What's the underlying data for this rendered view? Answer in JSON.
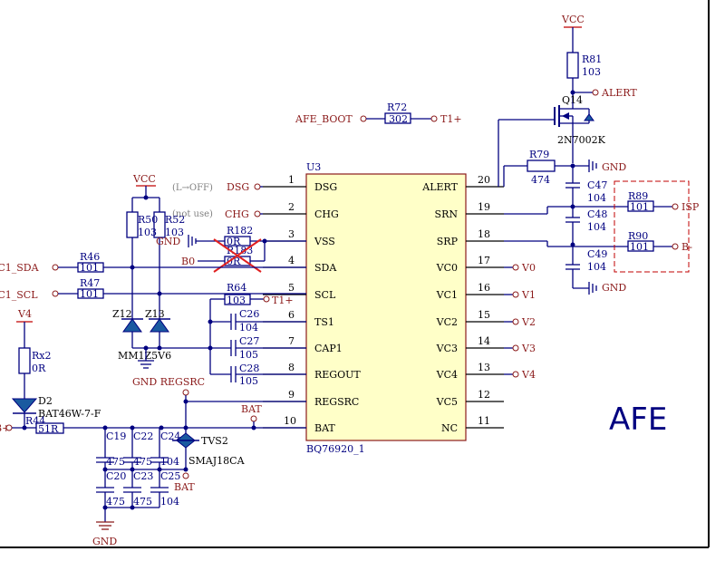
{
  "title": "AFE",
  "ic": {
    "ref": "U3",
    "part": "BQ76920_1",
    "left_pins": [
      {
        "num": "1",
        "name": "DSG"
      },
      {
        "num": "2",
        "name": "CHG"
      },
      {
        "num": "3",
        "name": "VSS"
      },
      {
        "num": "4",
        "name": "SDA"
      },
      {
        "num": "5",
        "name": "SCL"
      },
      {
        "num": "6",
        "name": "TS1"
      },
      {
        "num": "7",
        "name": "CAP1"
      },
      {
        "num": "8",
        "name": "REGOUT"
      },
      {
        "num": "9",
        "name": "REGSRC"
      },
      {
        "num": "10",
        "name": "BAT"
      }
    ],
    "right_pins": [
      {
        "num": "20",
        "name": "ALERT"
      },
      {
        "num": "19",
        "name": "SRN"
      },
      {
        "num": "18",
        "name": "SRP"
      },
      {
        "num": "17",
        "name": "VC0"
      },
      {
        "num": "16",
        "name": "VC1"
      },
      {
        "num": "15",
        "name": "VC2"
      },
      {
        "num": "14",
        "name": "VC3"
      },
      {
        "num": "13",
        "name": "VC4"
      },
      {
        "num": "12",
        "name": "VC5"
      },
      {
        "num": "11",
        "name": "NC"
      }
    ]
  },
  "nets": {
    "vcc_top": "VCC",
    "vcc_left": "VCC",
    "alert": "ALERT",
    "afe_boot": "AFE_BOOT",
    "t1_top": "T1+",
    "t1_scl": "T1+",
    "gnd_top": "GND",
    "gnd_right": "GND",
    "gnd_vss": "GND",
    "gnd_zener": "GND REGSRC",
    "gnd_bottom": "GND",
    "dsg": "DSG",
    "dsg_note": "(L→OFF)",
    "chg": "CHG",
    "chg_note": "(not use)",
    "b0": "B0",
    "i2c_sda": "I2C1_SDA",
    "i2c_scl": "I2C1_SCL",
    "v4_left": "V4",
    "regsrc_top": "",
    "bat_top": "BAT",
    "bat_bottom": "BAT",
    "bplus": "B+",
    "isp": "ISP",
    "bminus": "B-",
    "v0": "V0",
    "v1": "V1",
    "v2": "V2",
    "v3": "V3",
    "v4": "V4"
  },
  "components": {
    "r81": {
      "ref": "R81",
      "val": "103"
    },
    "q4": {
      "ref": "Q14",
      "val": "2N7002K"
    },
    "r72": {
      "ref": "R72",
      "val": "302"
    },
    "r79": {
      "ref": "R79",
      "val": "474"
    },
    "c47": {
      "ref": "C47",
      "val": "104"
    },
    "c48": {
      "ref": "C48",
      "val": "104"
    },
    "c49": {
      "ref": "C49",
      "val": "104"
    },
    "r89": {
      "ref": "R89",
      "val": "101"
    },
    "r90": {
      "ref": "R90",
      "val": "101"
    },
    "r50": {
      "ref": "R50",
      "val": "103"
    },
    "r52": {
      "ref": "R52",
      "val": "103"
    },
    "r182": {
      "ref": "R182",
      "val": "0R"
    },
    "r183": {
      "ref": "R183",
      "val": "0R"
    },
    "r46": {
      "ref": "R46",
      "val": "101"
    },
    "r47": {
      "ref": "R47",
      "val": "101"
    },
    "r64": {
      "ref": "R64",
      "val": "103"
    },
    "c26": {
      "ref": "C26",
      "val": "104"
    },
    "c27": {
      "ref": "C27",
      "val": "105"
    },
    "c28": {
      "ref": "C28",
      "val": "105"
    },
    "z12": {
      "ref": "Z12"
    },
    "z13": {
      "ref": "Z13"
    },
    "zener_part": "MM1Z5V6",
    "rx2": {
      "ref": "Rx2",
      "val": "0R"
    },
    "d2": {
      "ref": "D2",
      "val": "BAT46W-7-F"
    },
    "r44": {
      "ref": "R44",
      "val": "51R"
    },
    "c19": {
      "ref": "C19",
      "val": "475"
    },
    "c22": {
      "ref": "C22",
      "val": "475"
    },
    "c24": {
      "ref": "C24",
      "val": "104"
    },
    "c20": {
      "ref": "C20",
      "val": "475"
    },
    "c23": {
      "ref": "C23",
      "val": "475"
    },
    "c25": {
      "ref": "C25",
      "val": "104"
    },
    "tvs2": {
      "ref": "TVS2",
      "val": "SMAJ18CA"
    }
  }
}
